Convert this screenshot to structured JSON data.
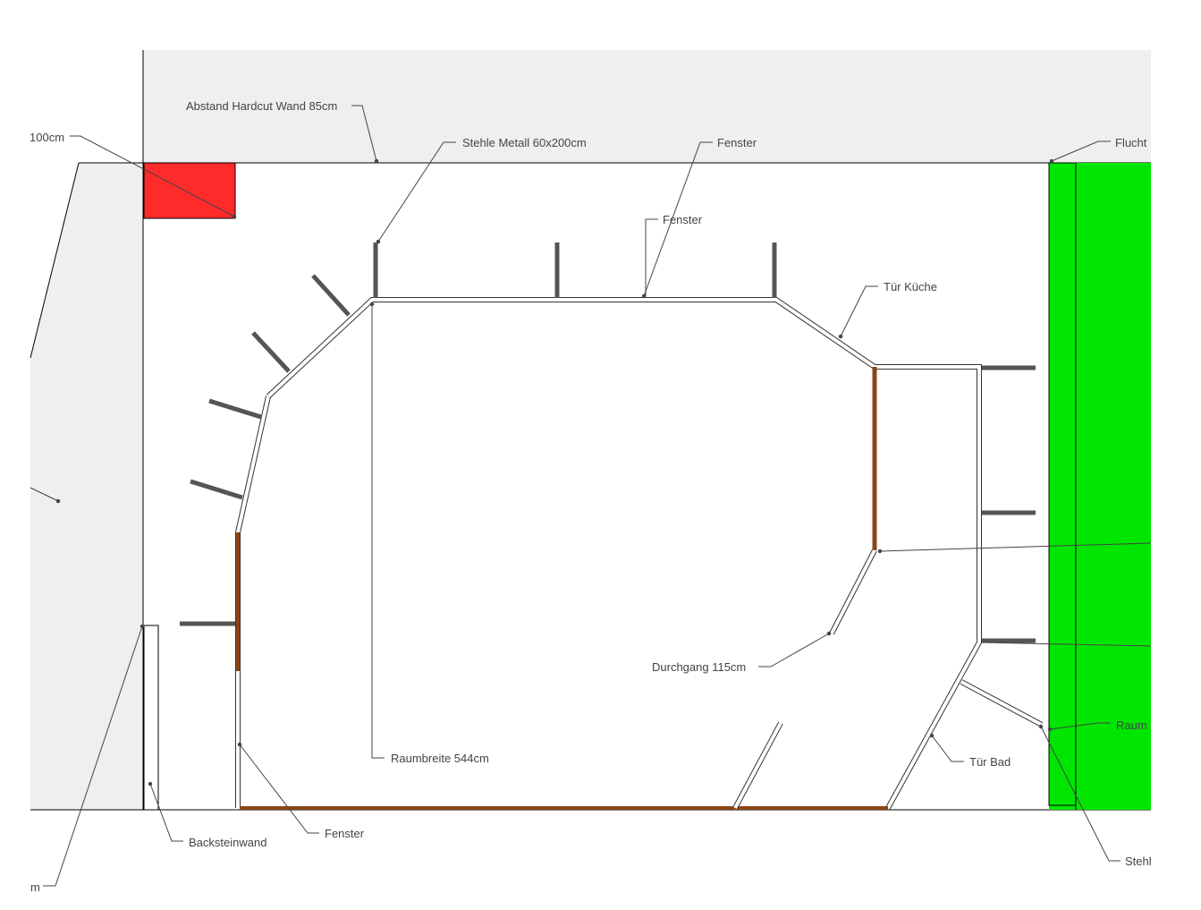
{
  "labels": {
    "abstand": "Abstand Hardcut Wand 85cm",
    "cm100": "100cm",
    "stehle_metall": "Stehle Metall 60x200cm",
    "fenster_top": "Fenster",
    "fenster_mid": "Fenster",
    "flucht": "Flucht",
    "tuer_kueche": "Tür Küche",
    "durchgang": "Durchgang 115cm",
    "raumbreite": "Raumbreite 544cm",
    "raum": "Raum",
    "tuer_bad": "Tür Bad",
    "backsteinwand": "Backsteinwand",
    "fenster_bottom": "Fenster",
    "stehl": "Stehl",
    "m": "m"
  },
  "colors": {
    "red": "#ff2a2a",
    "green": "#00e600",
    "gray": "#efefef",
    "brown": "#8b4513",
    "post": "#666666"
  }
}
